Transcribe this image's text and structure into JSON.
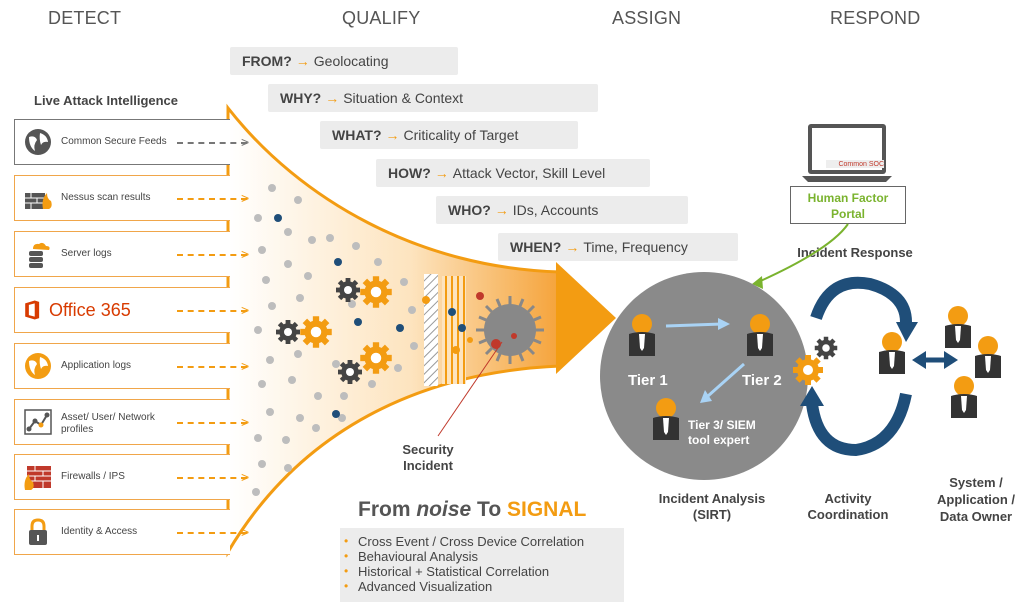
{
  "phases": [
    "DETECT",
    "QUALIFY",
    "ASSIGN",
    "RESPOND"
  ],
  "qualify": [
    {
      "q": "FROM?",
      "a": "Geolocating"
    },
    {
      "q": "WHY?",
      "a": "Situation & Context"
    },
    {
      "q": "WHAT?",
      "a": "Criticality of Target"
    },
    {
      "q": "HOW?",
      "a": "Attack Vector, Skill Level"
    },
    {
      "q": "WHO?",
      "a": "IDs, Accounts"
    },
    {
      "q": "WHEN?",
      "a": "Time, Frequency"
    }
  ],
  "arrow_glyph": "→",
  "live_attack_title": "Live Attack Intelligence",
  "sources": [
    {
      "label": "Common Secure Feeds",
      "icon": "globe-icon"
    },
    {
      "label": "Nessus scan results",
      "icon": "firewall-fire-icon"
    },
    {
      "label": "Server logs",
      "icon": "server-cloud-icon"
    },
    {
      "label": "Office 365",
      "icon": "office365-icon"
    },
    {
      "label": "Application logs",
      "icon": "globe-icon"
    },
    {
      "label": "Asset/ User/ Network profiles",
      "icon": "network-icon"
    },
    {
      "label": "Firewalls / IPS",
      "icon": "brick-wall-fire-icon"
    },
    {
      "label": "Identity & Access",
      "icon": "padlock-icon"
    }
  ],
  "security_incident": "Security Incident",
  "signal": {
    "from": "From",
    "noise": "noise",
    "to": "To",
    "signal": "SIGNAL",
    "items": [
      "Cross Event / Cross Device Correlation",
      "Behavioural Analysis",
      "Historical + Statistical Correlation",
      "Advanced Visualization"
    ]
  },
  "laptop_text": "Common SOC",
  "human_factor": "Human Factor Portal",
  "incident_response": "Incident Response",
  "tiers": {
    "tier1": "Tier 1",
    "tier2": "Tier 2",
    "tier3": "Tier 3/ SIEM tool expert"
  },
  "incident_analysis": "Incident Analysis (SIRT)",
  "activity_coordination": "Activity Coordination",
  "system_owner": "System / Application / Data Owner",
  "colors": {
    "orange": "#f39c12",
    "navy": "#1f4e79",
    "grey_circle": "#8a8a8a",
    "green": "#7ab32e"
  }
}
